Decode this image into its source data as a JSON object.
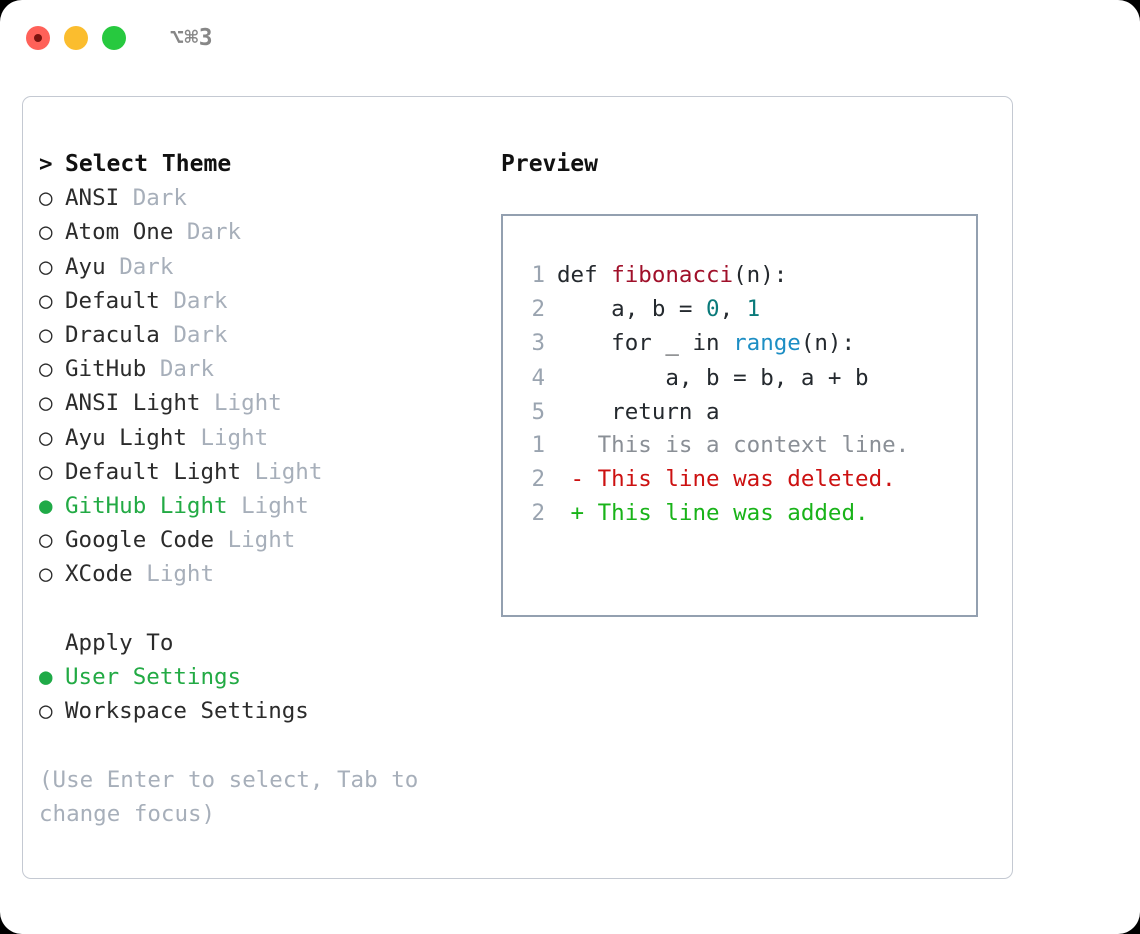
{
  "titlebar": {
    "shortcut": "⌥⌘3",
    "lights": [
      {
        "name": "close",
        "color": "#ff6159"
      },
      {
        "name": "minimize",
        "color": "#fbbd2e"
      },
      {
        "name": "maximize",
        "color": "#27c93f"
      }
    ]
  },
  "theme_list": {
    "header_marker": ">",
    "header": "Select Theme",
    "bullet_selected": "●",
    "bullet_unselected": "○",
    "items": [
      {
        "name": "ANSI",
        "tag": "Dark",
        "selected": false
      },
      {
        "name": "Atom One",
        "tag": "Dark",
        "selected": false
      },
      {
        "name": "Ayu",
        "tag": "Dark",
        "selected": false
      },
      {
        "name": "Default",
        "tag": "Dark",
        "selected": false
      },
      {
        "name": "Dracula",
        "tag": "Dark",
        "selected": false
      },
      {
        "name": "GitHub",
        "tag": "Dark",
        "selected": false
      },
      {
        "name": "ANSI Light",
        "tag": "Light",
        "selected": false
      },
      {
        "name": "Ayu Light",
        "tag": "Light",
        "selected": false
      },
      {
        "name": "Default Light",
        "tag": "Light",
        "selected": false
      },
      {
        "name": "GitHub Light",
        "tag": "Light",
        "selected": true
      },
      {
        "name": "Google Code",
        "tag": "Light",
        "selected": false
      },
      {
        "name": "XCode",
        "tag": "Light",
        "selected": false
      }
    ]
  },
  "apply_to": {
    "title": "Apply To",
    "options": [
      {
        "label": "User Settings",
        "selected": true
      },
      {
        "label": "Workspace Settings",
        "selected": false
      }
    ]
  },
  "hint": "(Use Enter to select, Tab to change focus)",
  "preview": {
    "title": "Preview",
    "code_lines": [
      {
        "num": "1",
        "tokens": [
          {
            "t": "def ",
            "c": "plain"
          },
          {
            "t": "fibonacci",
            "c": "fn"
          },
          {
            "t": "(n):",
            "c": "plain"
          }
        ]
      },
      {
        "num": "2",
        "tokens": [
          {
            "t": "    a, b = ",
            "c": "plain"
          },
          {
            "t": "0",
            "c": "num"
          },
          {
            "t": ", ",
            "c": "plain"
          },
          {
            "t": "1",
            "c": "num"
          }
        ]
      },
      {
        "num": "3",
        "tokens": [
          {
            "t": "    for _ in ",
            "c": "plain"
          },
          {
            "t": "range",
            "c": "kw"
          },
          {
            "t": "(n):",
            "c": "plain"
          }
        ]
      },
      {
        "num": "4",
        "tokens": [
          {
            "t": "        a, b = b, a + b",
            "c": "plain"
          }
        ]
      },
      {
        "num": "5",
        "tokens": [
          {
            "t": "    return a",
            "c": "plain"
          }
        ]
      }
    ],
    "diff_lines": [
      {
        "num": "1",
        "marker": " ",
        "text": "This is a context line.",
        "kind": "ctx"
      },
      {
        "num": "2",
        "marker": "-",
        "text": "This line was deleted.",
        "kind": "del"
      },
      {
        "num": "2",
        "marker": "+",
        "text": "This line was added.",
        "kind": "add"
      }
    ]
  },
  "colors": {
    "accent_green": "#22aa44",
    "tag_gray": "#a7afba",
    "diff_add": "#19b319",
    "diff_del": "#cc1111",
    "diff_ctx": "#8a8f96",
    "syntax_function": "#a0102a",
    "syntax_number": "#0a7a7a",
    "syntax_keyword": "#1d8ec4",
    "panel_border": "#c4c9d2",
    "preview_border": "#93a0b0"
  }
}
